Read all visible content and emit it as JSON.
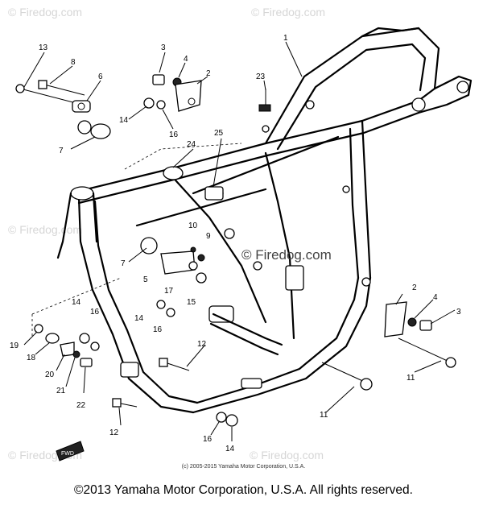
{
  "watermark": {
    "text": "© Firedog.com",
    "center_text": "© Firedog.com"
  },
  "callouts": [
    {
      "id": "c13a",
      "text": "13"
    },
    {
      "id": "c8",
      "text": "8"
    },
    {
      "id": "c6",
      "text": "6"
    },
    {
      "id": "c7a",
      "text": "7"
    },
    {
      "id": "c3a",
      "text": "3"
    },
    {
      "id": "c4a",
      "text": "4"
    },
    {
      "id": "c2a",
      "text": "2"
    },
    {
      "id": "c14a",
      "text": "14"
    },
    {
      "id": "c16a",
      "text": "16"
    },
    {
      "id": "c1",
      "text": "1"
    },
    {
      "id": "c23",
      "text": "23"
    },
    {
      "id": "c25",
      "text": "25"
    },
    {
      "id": "c24",
      "text": "24"
    },
    {
      "id": "c10",
      "text": "10"
    },
    {
      "id": "c9",
      "text": "9"
    },
    {
      "id": "c7b",
      "text": "7"
    },
    {
      "id": "c5",
      "text": "5"
    },
    {
      "id": "c17",
      "text": "17"
    },
    {
      "id": "c15",
      "text": "15"
    },
    {
      "id": "c14b",
      "text": "14"
    },
    {
      "id": "c16b",
      "text": "16"
    },
    {
      "id": "c14c",
      "text": "14"
    },
    {
      "id": "c16c",
      "text": "16"
    },
    {
      "id": "c19",
      "text": "19"
    },
    {
      "id": "c18",
      "text": "18"
    },
    {
      "id": "c20",
      "text": "20"
    },
    {
      "id": "c21",
      "text": "21"
    },
    {
      "id": "c22",
      "text": "22"
    },
    {
      "id": "c12a",
      "text": "12"
    },
    {
      "id": "c12b",
      "text": "12"
    },
    {
      "id": "c2b",
      "text": "2"
    },
    {
      "id": "c4b",
      "text": "4"
    },
    {
      "id": "c3b",
      "text": "3"
    },
    {
      "id": "c11a",
      "text": "11"
    },
    {
      "id": "c11b",
      "text": "11"
    },
    {
      "id": "c16d",
      "text": "16"
    },
    {
      "id": "c14d",
      "text": "14"
    }
  ],
  "fwd_label": "FWD",
  "inner_copyright": "(c) 2005-2015 Yamaha Motor Corporation, U.S.A.",
  "footer": "©2013 Yamaha Motor Corporation, U.S.A. All rights reserved."
}
